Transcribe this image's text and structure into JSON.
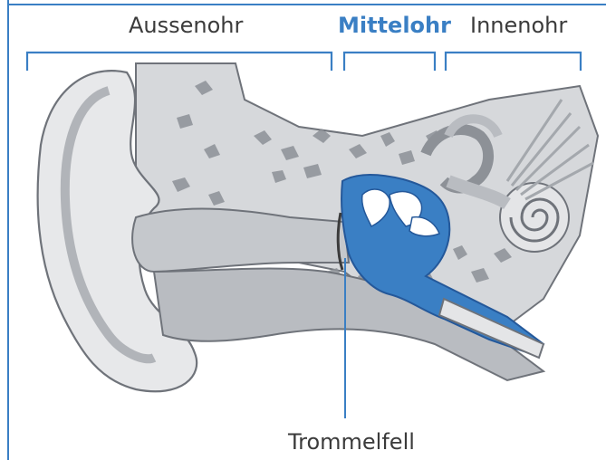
{
  "labels": {
    "outer_ear": "Aussenohr",
    "middle_ear": "Mittelohr",
    "inner_ear": "Innenohr",
    "eardrum": "Trommelfell"
  },
  "colors": {
    "accent_blue": "#3a7fc4",
    "text": "#3b3b3b",
    "bone_light": "#e4e5e7",
    "tissue_gray": "#b9bcc1",
    "shadow_gray": "#8d9197"
  },
  "icons": {
    "ear_illustration": "ear-cross-section"
  }
}
